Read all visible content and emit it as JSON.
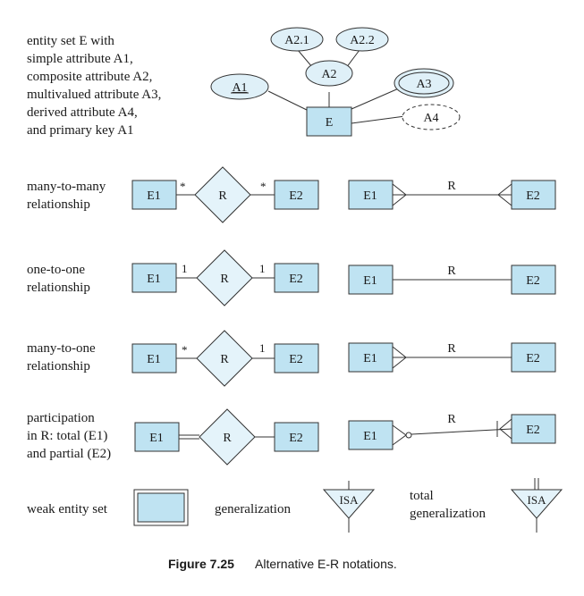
{
  "colors": {
    "entity_fill": "#bfe3f2",
    "relationship_fill": "#e4f3fa",
    "attribute_fill": "#dff0f8",
    "stroke": "#333333"
  },
  "attributes_block": {
    "description": [
      "entity set E with",
      "simple attribute A1,",
      "composite attribute A2,",
      "multivalued attribute A3,",
      "derived attribute A4,",
      "and primary key A1"
    ],
    "entity": "E",
    "a1": "A1",
    "a2": "A2",
    "a21": "A2.1",
    "a22": "A2.2",
    "a3": "A3",
    "a4": "A4"
  },
  "rows": {
    "many_to_many": {
      "label": [
        "many-to-many",
        "relationship"
      ],
      "e1": "E1",
      "e2": "E2",
      "rel": "R",
      "left_mark": "*",
      "right_mark": "*"
    },
    "one_to_one": {
      "label": [
        "one-to-one",
        "relationship"
      ],
      "e1": "E1",
      "e2": "E2",
      "rel": "R",
      "left_mark": "1",
      "right_mark": "1"
    },
    "many_to_one": {
      "label": [
        "many-to-one",
        "relationship"
      ],
      "e1": "E1",
      "e2": "E2",
      "rel": "R",
      "left_mark": "*",
      "right_mark": "1"
    },
    "participation": {
      "label": [
        "participation",
        "in R: total (E1)",
        "and partial (E2)"
      ],
      "e1": "E1",
      "e2": "E2",
      "rel": "R"
    }
  },
  "bottom": {
    "weak_entity_label": "weak entity set",
    "generalization_label": "generalization",
    "isa": "ISA",
    "total_generalization_label": [
      "total",
      "generalization"
    ]
  },
  "caption": {
    "figure": "Figure 7.25",
    "text": "Alternative E-R notations."
  }
}
